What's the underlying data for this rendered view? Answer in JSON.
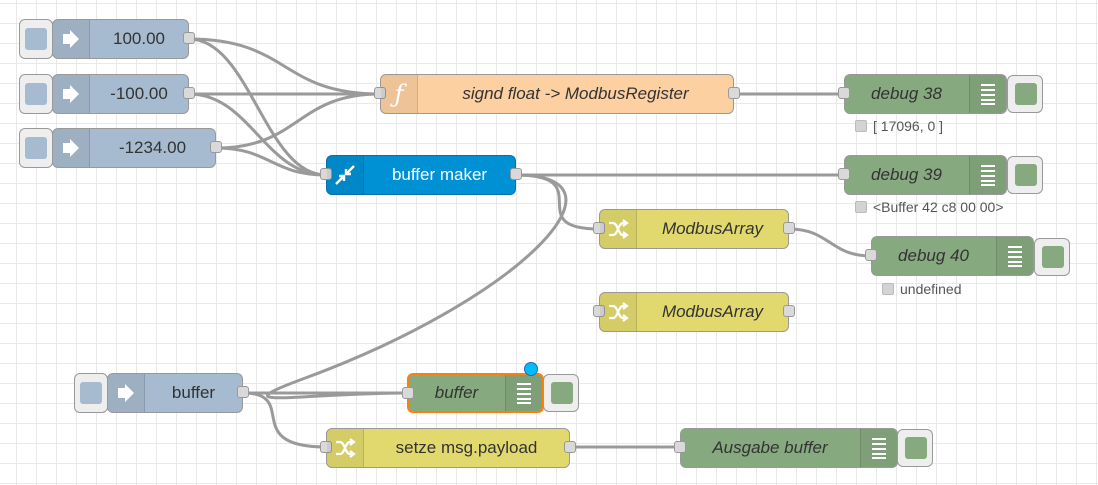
{
  "nodes": {
    "inject_100": {
      "label": "100.00",
      "type": "inject",
      "icon": "inject-arrow-icon"
    },
    "inject_m100": {
      "label": "-100.00",
      "type": "inject",
      "icon": "inject-arrow-icon"
    },
    "inject_m1234": {
      "label": "-1234.00",
      "type": "inject",
      "icon": "inject-arrow-icon"
    },
    "inject_buffer": {
      "label": "buffer",
      "type": "inject",
      "icon": "inject-arrow-icon"
    },
    "function": {
      "label": "signd float -> ModbusRegister",
      "type": "function",
      "icon": "function-icon"
    },
    "join": {
      "label": "buffer maker",
      "type": "join",
      "icon": "join-icon"
    },
    "change1": {
      "label": "ModbusArray",
      "type": "change",
      "icon": "shuffle-icon"
    },
    "change2": {
      "label": "ModbusArray",
      "type": "change",
      "icon": "shuffle-icon"
    },
    "change3": {
      "label": "setze msg.payload",
      "type": "change",
      "icon": "shuffle-icon"
    },
    "debug38": {
      "label": "debug 38",
      "type": "debug",
      "status": "[ 17096, 0 ]",
      "icon": "debug-list-icon"
    },
    "debug39": {
      "label": "debug 39",
      "type": "debug",
      "status": "<Buffer 42 c8 00 00>",
      "icon": "debug-list-icon"
    },
    "debug40": {
      "label": "debug 40",
      "type": "debug",
      "status": "undefined",
      "icon": "debug-list-icon"
    },
    "debug_buffer": {
      "label": "buffer",
      "type": "debug",
      "selected": true,
      "changed": true,
      "icon": "debug-list-icon"
    },
    "debug_ausgabe": {
      "label": "Ausgabe buffer",
      "type": "debug",
      "icon": "debug-list-icon"
    }
  },
  "colors": {
    "inject": "#a6bbcf",
    "function": "#fdd0a2",
    "join": "#0090d4",
    "change": "#e2d96e",
    "debug": "#87a980",
    "selection": "#ff7f0e",
    "changed_indicator": "#00bcff",
    "wire": "#9a9a9a"
  }
}
